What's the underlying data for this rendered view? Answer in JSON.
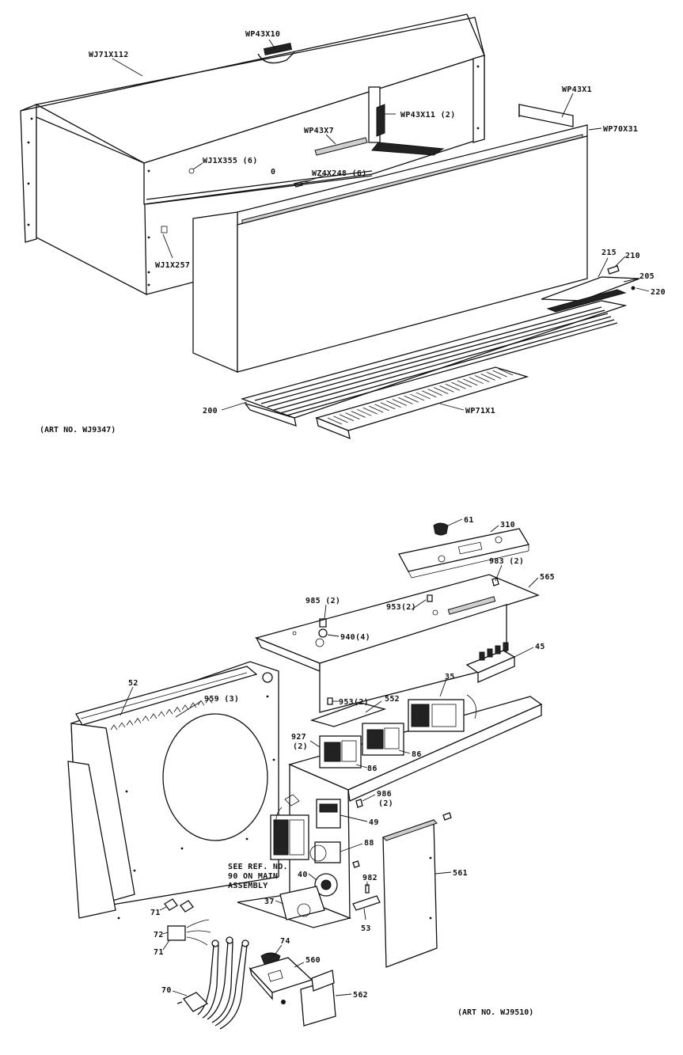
{
  "upper_assembly": {
    "art_no": "(ART NO. WJ9347)",
    "labels": {
      "wp43x10": "WP43X10",
      "wj71x112": "WJ71X112",
      "wp43x1": "WP43X1",
      "wp43x11": "WP43X11 (2)",
      "wp70x31": "WP70X31",
      "wp43x7": "WP43X7",
      "wj1x355": "WJ1X355 (6)",
      "wz4x248": "WZ4X248 (6)",
      "wj1x257": "WJ1X257",
      "p215": "215",
      "p210": "210",
      "p205": "205",
      "p220": "220",
      "p200": "200",
      "wp71x1": "WP71X1",
      "zero": "0"
    }
  },
  "lower_assembly": {
    "art_no": "(ART NO. WJ9510)",
    "labels": {
      "p61": "61",
      "p310": "310",
      "p983": "983 (2)",
      "p565": "565",
      "p985": "985 (2)",
      "p953a": "953(2)",
      "p940": "940(4)",
      "p45": "45",
      "p52": "52",
      "p959": "959 (3)",
      "p35": "35",
      "p953b": "953(2)",
      "p552": "552",
      "p927": "927",
      "p927q": "(2)",
      "p86a": "86",
      "p86b": "86",
      "p986": "986",
      "p986q": "(2)",
      "p49": "49",
      "p88": "88",
      "see1": "SEE REF. NO.",
      "see2": "90 ON MAIN",
      "see3": "ASSEMBLY",
      "p40": "40",
      "p982": "982",
      "p561": "561",
      "p37": "37",
      "p53": "53",
      "p71a": "71",
      "p72": "72",
      "p71b": "71",
      "p74": "74",
      "p560": "560",
      "p70": "70",
      "p562": "562"
    }
  }
}
